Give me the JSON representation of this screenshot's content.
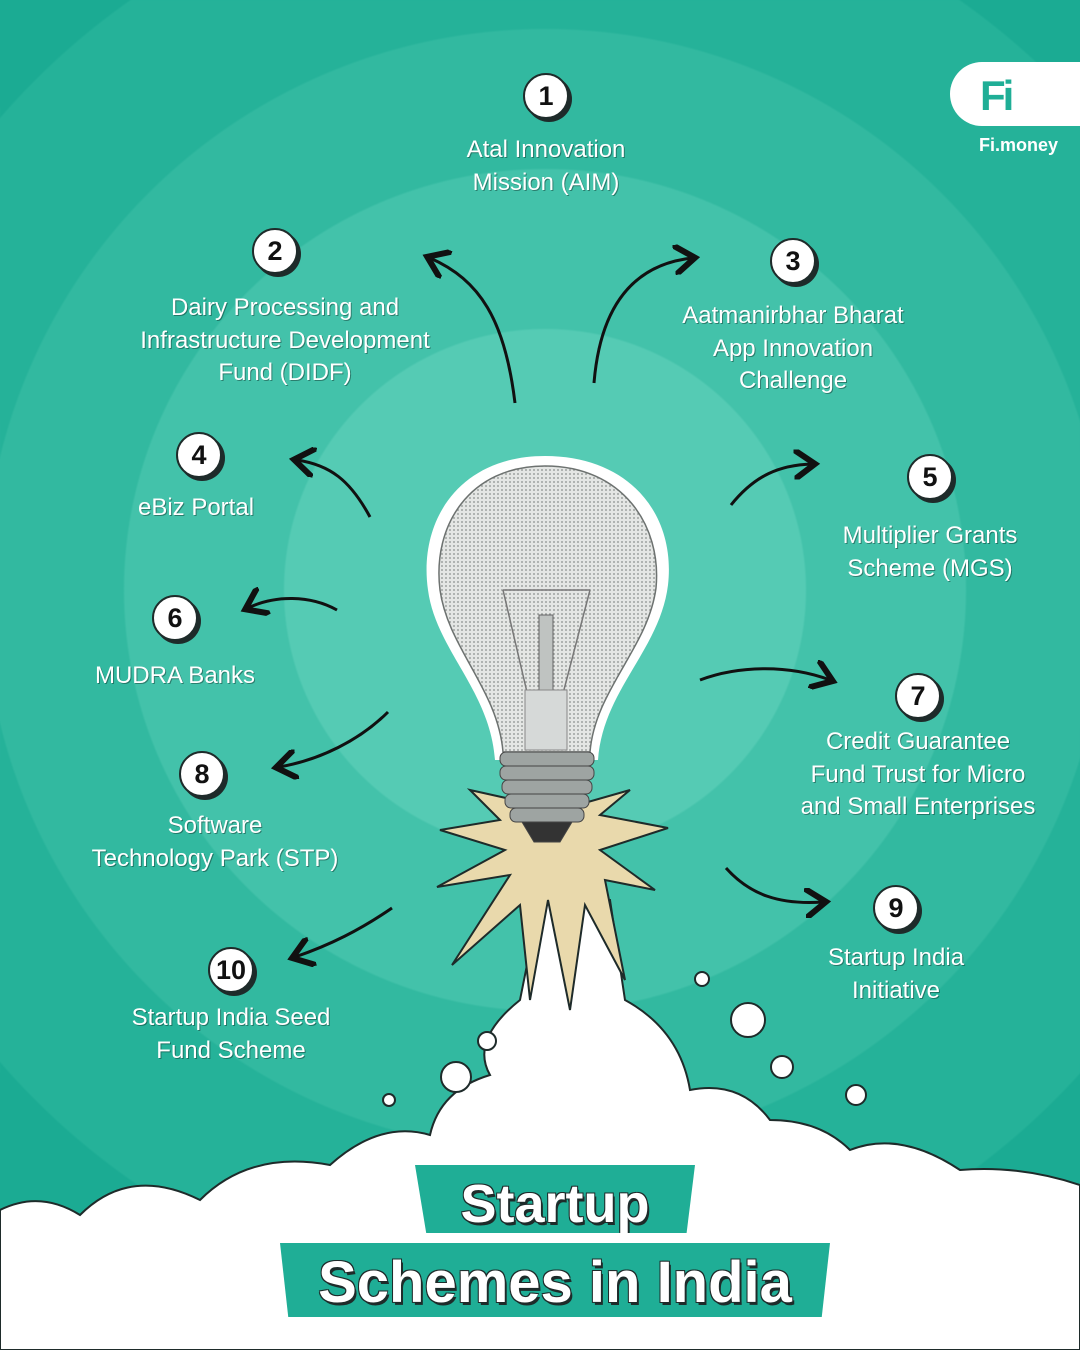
{
  "brand": {
    "logo_mark": "Fi",
    "name": "Fi.money"
  },
  "title": {
    "line1": "Startup",
    "line2": "Schemes in India"
  },
  "colors": {
    "accent": "#1fae96",
    "light": "#55cbb4",
    "outline": "#1e2b2a"
  },
  "schemes": [
    {
      "number": "1",
      "label": "Atal Innovation\nMission (AIM)"
    },
    {
      "number": "2",
      "label": "Dairy Processing and\nInfrastructure Development\nFund (DIDF)"
    },
    {
      "number": "3",
      "label": "Aatmanirbhar Bharat\nApp Innovation\nChallenge"
    },
    {
      "number": "4",
      "label": "eBiz Portal"
    },
    {
      "number": "5",
      "label": "Multiplier Grants\nScheme (MGS)"
    },
    {
      "number": "6",
      "label": "MUDRA Banks"
    },
    {
      "number": "7",
      "label": "Credit Guarantee\nFund Trust for Micro\nand Small Enterprises"
    },
    {
      "number": "8",
      "label": "Software\nTechnology Park (STP)"
    },
    {
      "number": "9",
      "label": "Startup India\nInitiative"
    },
    {
      "number": "10",
      "label": "Startup India Seed\nFund Scheme"
    }
  ]
}
